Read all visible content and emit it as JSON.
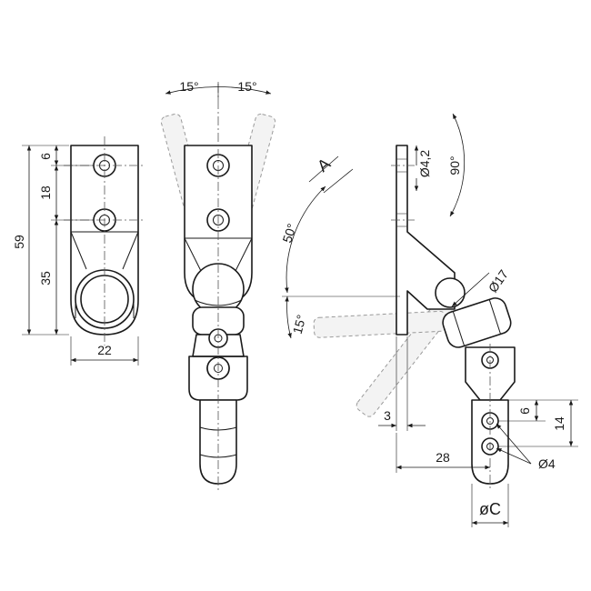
{
  "front_view": {
    "dim_total": "59",
    "dim_hole_offset": "6",
    "dim_hole_spacing": "18",
    "dim_lower": "35",
    "dim_width": "22"
  },
  "side_view": {
    "angle_left": "15°",
    "angle_right": "15°"
  },
  "profile_view": {
    "section_label": "A",
    "hole_diameter": "Ø4,2",
    "angle_right": "90°",
    "angle_upper": "50°",
    "angle_lower": "15°",
    "joint_diameter": "Ø17",
    "dim_plate": "3",
    "dim_pin_holes_spacing": "6",
    "dim_pin_span": "14",
    "dim_offset": "28",
    "pin_hole_diameter": "Ø4",
    "shaft_diameter": "øC"
  }
}
